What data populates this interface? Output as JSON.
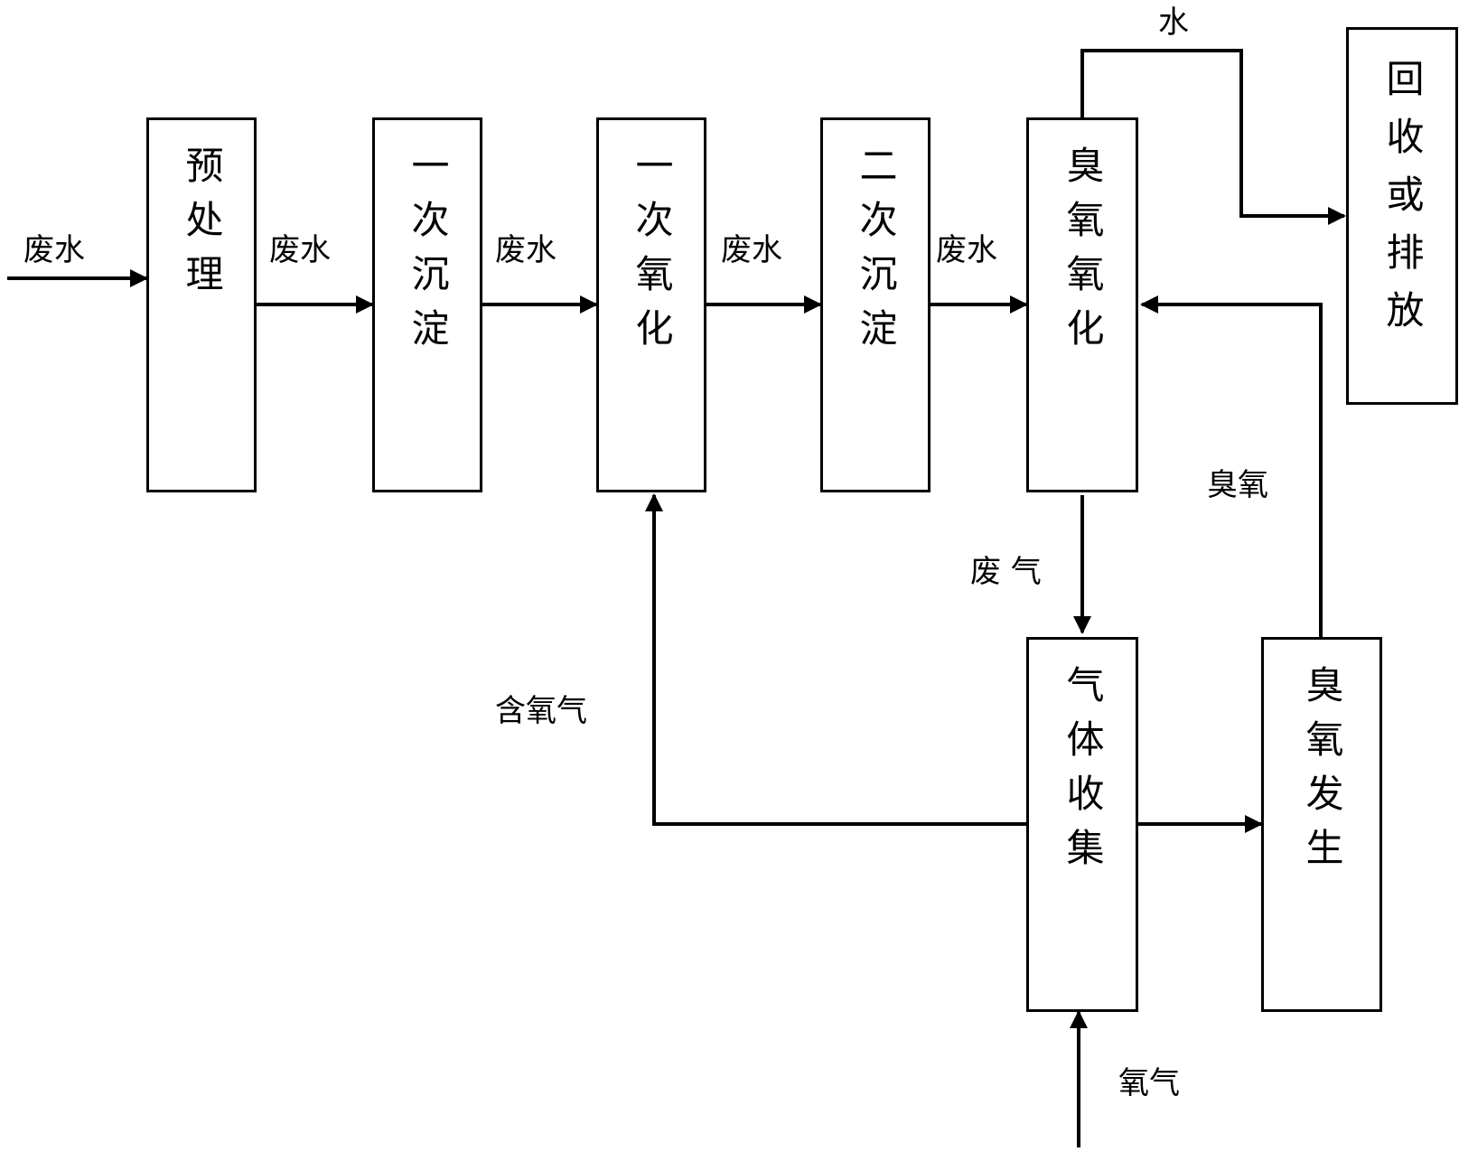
{
  "boxes": {
    "pretreat": "预处理",
    "settle1": "一次沉淀",
    "oxid1": "一次氧化",
    "settle2": "二次沉淀",
    "ozone_ox": "臭氧氧化",
    "recycle": "回收或排放",
    "gas_collect": "气体收集",
    "ozone_gen": "臭氧发生"
  },
  "labels": {
    "ww_in": "废水",
    "ww1": "废水",
    "ww2": "废水",
    "ww3": "废水",
    "ww4": "废水",
    "water": "水",
    "ozone": "臭氧",
    "waste_gas": "废 气",
    "oxygen_gas": "含氧气",
    "oxygen": "氧气"
  }
}
